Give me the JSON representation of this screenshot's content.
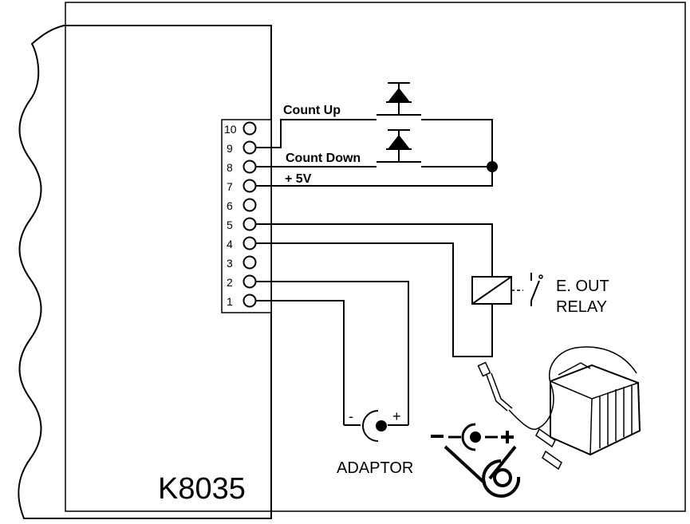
{
  "board": {
    "name": "K8035",
    "terminals": [
      "10",
      "9",
      "8",
      "7",
      "6",
      "5",
      "4",
      "3",
      "2",
      "1"
    ]
  },
  "labels": {
    "count_up": "Count Up",
    "count_down": "Count Down",
    "plus_5v": "+ 5V",
    "relay_line1": "E. OUT",
    "relay_line2": "RELAY",
    "adaptor": "ADAPTOR",
    "minus": "-",
    "plus": "+"
  }
}
